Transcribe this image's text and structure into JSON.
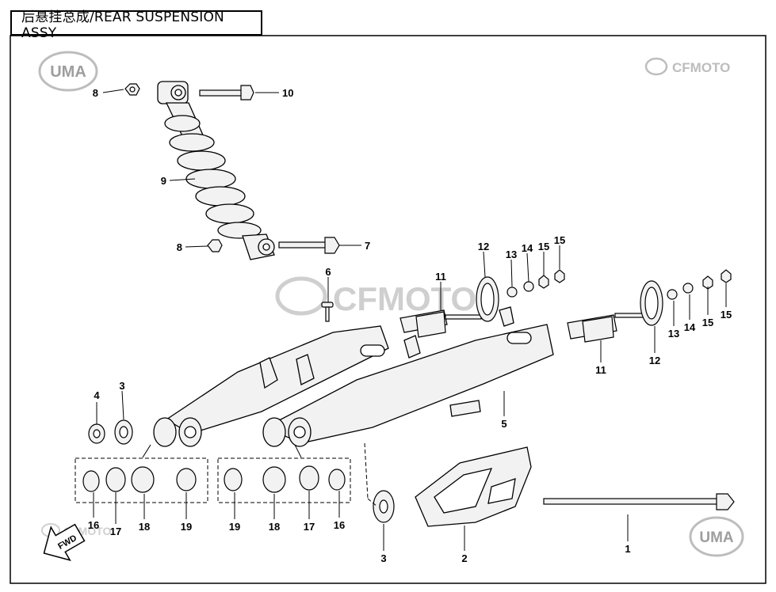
{
  "title": "后悬挂总成/REAR SUSPENSION  ASSY",
  "brand": {
    "uma": "UMA",
    "cfmoto": "CFMOTO",
    "fwd": "FWD"
  },
  "colors": {
    "line": "#000000",
    "watermark": "#bdbdbd",
    "part_fill": "#f2f2f2",
    "frame": "#000000"
  },
  "callouts": [
    {
      "id": "c8a",
      "label": "8"
    },
    {
      "id": "c10",
      "label": "10"
    },
    {
      "id": "c9",
      "label": "9"
    },
    {
      "id": "c8b",
      "label": "8"
    },
    {
      "id": "c7",
      "label": "7"
    },
    {
      "id": "c6",
      "label": "6"
    },
    {
      "id": "c11a",
      "label": "11"
    },
    {
      "id": "c12a",
      "label": "12"
    },
    {
      "id": "c13a",
      "label": "13"
    },
    {
      "id": "c14a",
      "label": "14"
    },
    {
      "id": "c15a",
      "label": "15"
    },
    {
      "id": "c15b",
      "label": "15"
    },
    {
      "id": "c12b",
      "label": "12"
    },
    {
      "id": "c13b",
      "label": "13"
    },
    {
      "id": "c14b",
      "label": "14"
    },
    {
      "id": "c15c",
      "label": "15"
    },
    {
      "id": "c15d",
      "label": "15"
    },
    {
      "id": "c11b",
      "label": "11"
    },
    {
      "id": "c4",
      "label": "4"
    },
    {
      "id": "c3a",
      "label": "3"
    },
    {
      "id": "c5",
      "label": "5"
    },
    {
      "id": "c16a",
      "label": "16"
    },
    {
      "id": "c17a",
      "label": "17"
    },
    {
      "id": "c18a",
      "label": "18"
    },
    {
      "id": "c19a",
      "label": "19"
    },
    {
      "id": "c19b",
      "label": "19"
    },
    {
      "id": "c18b",
      "label": "18"
    },
    {
      "id": "c17b",
      "label": "17"
    },
    {
      "id": "c16b",
      "label": "16"
    },
    {
      "id": "c3b",
      "label": "3"
    },
    {
      "id": "c2",
      "label": "2"
    },
    {
      "id": "c1",
      "label": "1"
    }
  ]
}
